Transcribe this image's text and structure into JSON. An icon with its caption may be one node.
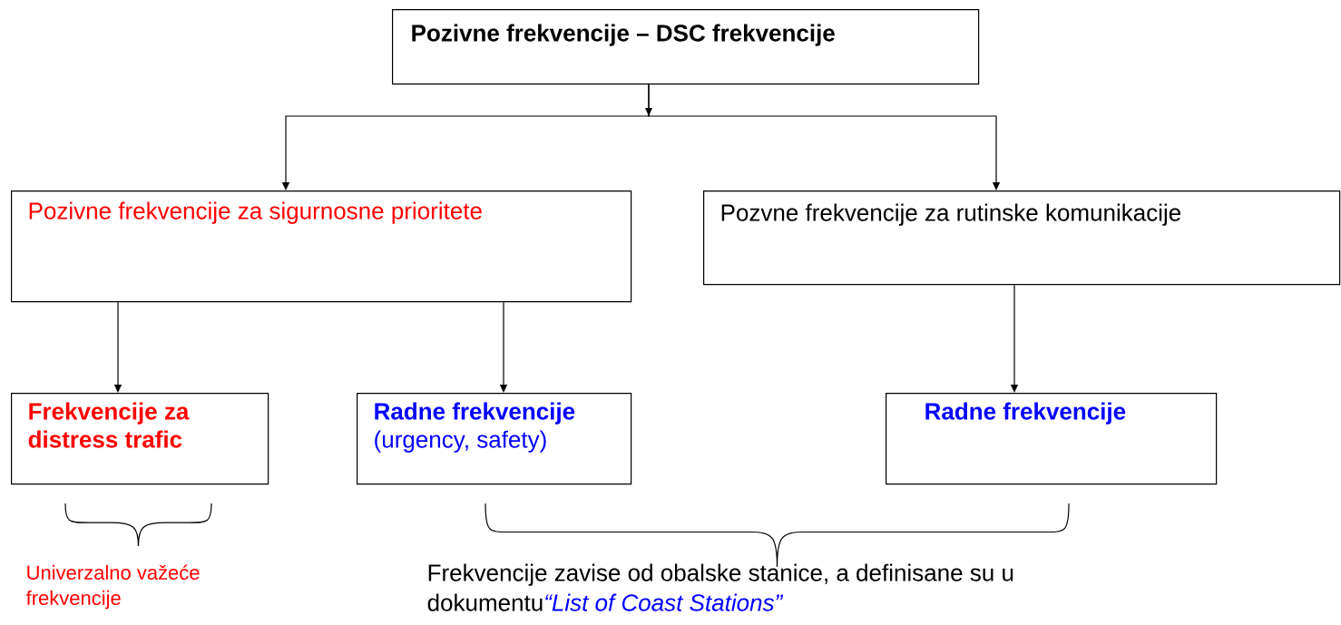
{
  "diagram": {
    "nodes": [
      {
        "text": [
          "Pozivne frekvencije – DSC frekvencije"
        ]
      },
      {
        "text": [
          "Pozivne frekvencije za sigurnosne prioritete"
        ]
      },
      {
        "text": [
          "Pozvne frekvencije za rutinske komunikacije"
        ]
      },
      {
        "text": [
          "Frekvencije za distress trafic"
        ]
      },
      {
        "text": [
          "Radne frekvencije",
          "(urgency, safety)"
        ]
      },
      {
        "text": [
          "Radne frekvencije"
        ]
      }
    ],
    "edges": [
      {
        "from": 0,
        "to": 1,
        "arrow": "to"
      },
      {
        "from": 0,
        "to": 2,
        "arrow": "to"
      },
      {
        "from": 1,
        "to": 3,
        "arrow": "to"
      },
      {
        "from": 1,
        "to": 4,
        "arrow": "to"
      },
      {
        "from": 2,
        "to": 5,
        "arrow": "to"
      }
    ],
    "labels": [
      "Univerzalno važeće frekvencije",
      "Frekvencije zavise od obalske stanice, a definisane su u dokumentu",
      "“List of Coast Stations”"
    ]
  }
}
